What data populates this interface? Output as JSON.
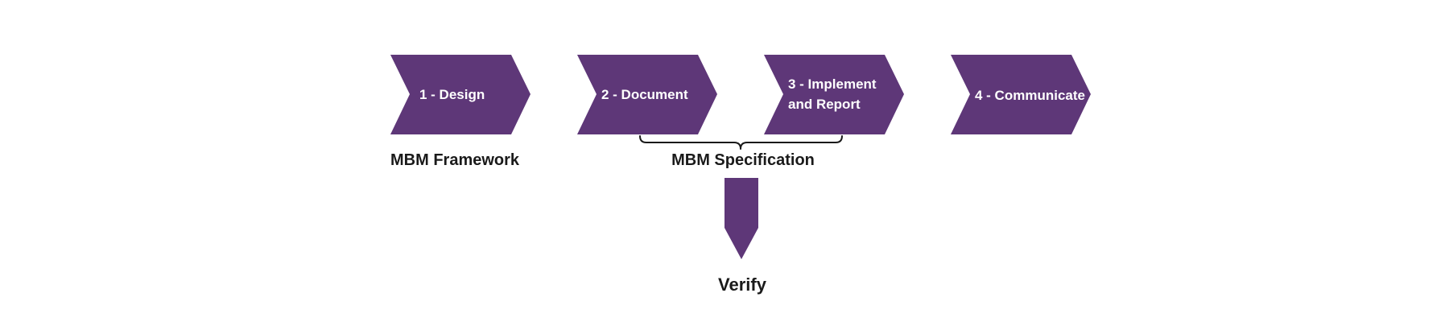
{
  "colors": {
    "step_fill": "#5E3778",
    "brace_stroke": "#1a1a1a",
    "caption_text": "#1a1a1a",
    "step_text": "#ffffff"
  },
  "steps": [
    {
      "lines": [
        "1 - Design"
      ]
    },
    {
      "lines": [
        "2 - Document"
      ]
    },
    {
      "lines": [
        "3 - Implement",
        "and Report"
      ]
    },
    {
      "lines": [
        "4 - Communicate"
      ]
    }
  ],
  "captions": {
    "framework": "MBM Framework",
    "specification": "MBM Specification",
    "verify": "Verify"
  }
}
